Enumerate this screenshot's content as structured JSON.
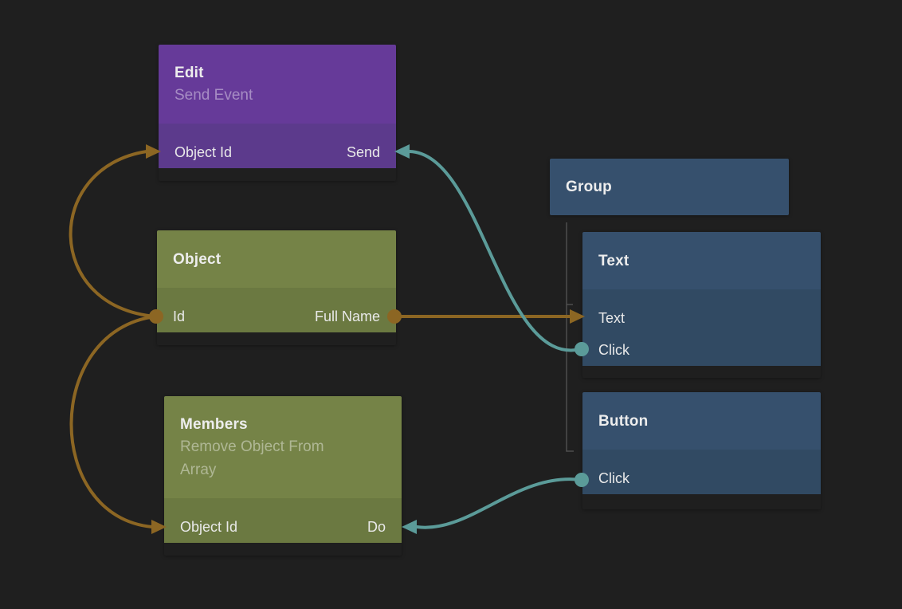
{
  "canvas": {
    "background": "#1f1f1f"
  },
  "colors": {
    "wire_data": "#8c6623",
    "wire_signal": "#5b9b99",
    "group_guide": "#4f4f4f",
    "node_purple_header": "#663a99",
    "node_purple_body": "#5c3a8c",
    "node_olive_header": "#758347",
    "node_olive_body": "#6b7941",
    "node_blue_header": "#36506d",
    "node_blue_body": "#314a63"
  },
  "nodes": {
    "edit": {
      "title": "Edit",
      "subtitle": "Send Event",
      "input": "Object Id",
      "output": "Send"
    },
    "object": {
      "title": "Object",
      "input": "Id",
      "output": "Full Name"
    },
    "members": {
      "title": "Members",
      "subtitle": "Remove Object From Array",
      "input": "Object Id",
      "output": "Do"
    },
    "group": {
      "title": "Group"
    },
    "text": {
      "title": "Text",
      "ports": {
        "text": "Text",
        "click": "Click"
      }
    },
    "button": {
      "title": "Button",
      "ports": {
        "click": "Click"
      }
    }
  },
  "group_children": [
    "Text",
    "Button"
  ],
  "connections": [
    {
      "from": "Object.Id",
      "to": "Edit.Object Id",
      "type": "data"
    },
    {
      "from": "Object.Id",
      "to": "Members.Object Id",
      "type": "data"
    },
    {
      "from": "Object.Full Name",
      "to": "Text.Text",
      "type": "data"
    },
    {
      "from": "Text.Click",
      "to": "Edit.Send",
      "type": "signal"
    },
    {
      "from": "Button.Click",
      "to": "Members.Do",
      "type": "signal"
    }
  ]
}
